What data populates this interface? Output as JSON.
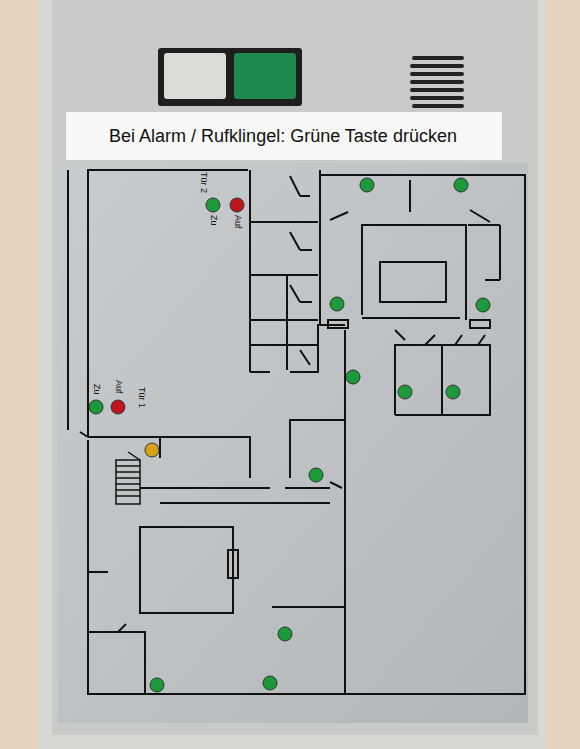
{
  "diagram": {
    "title": "Bei Alarm / Rufklingel: Grüne Taste drücken",
    "labels": [
      "Tür 2",
      "Zu",
      "Auf",
      "Tür 1",
      "Auf",
      "Zu"
    ]
  }
}
